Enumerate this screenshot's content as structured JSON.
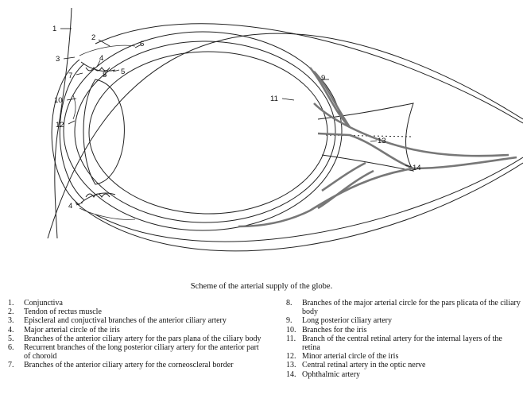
{
  "figure": {
    "callouts": [
      {
        "id": "1",
        "text": "1"
      },
      {
        "id": "2",
        "text": "2"
      },
      {
        "id": "3",
        "text": "3"
      },
      {
        "id": "4a",
        "text": "4"
      },
      {
        "id": "4b",
        "text": "4"
      },
      {
        "id": "5",
        "text": "5"
      },
      {
        "id": "6",
        "text": "6"
      },
      {
        "id": "7",
        "text": "7"
      },
      {
        "id": "8",
        "text": "8"
      },
      {
        "id": "9",
        "text": "9"
      },
      {
        "id": "10",
        "text": "10"
      },
      {
        "id": "11",
        "text": "11"
      },
      {
        "id": "12",
        "text": "12"
      },
      {
        "id": "13",
        "text": "13"
      },
      {
        "id": "14",
        "text": "14"
      }
    ]
  },
  "caption": "Scheme of the arterial supply of the globe.",
  "legend": {
    "left": [
      {
        "num": "1.",
        "text": "Conjunctiva"
      },
      {
        "num": "2.",
        "text": "Tendon of rectus muscle"
      },
      {
        "num": "3.",
        "text": "Episcleral and conjuctival branches of the anterior ciliary artery"
      },
      {
        "num": "4.",
        "text": "Major arterial circle of the iris"
      },
      {
        "num": "5.",
        "text": "Branches of the anterior ciliary artery for the pars plana of the ciliary body"
      },
      {
        "num": "6.",
        "text": "Recurrent branches of the long posterior ciliary artery for the anterior part of choroid"
      },
      {
        "num": "7.",
        "text": "Branches of the anterior ciliary artery for the corneoscleral border"
      }
    ],
    "right": [
      {
        "num": "8.",
        "text": "Branches of the major arterial circle for the pars plicata of the ciliary body"
      },
      {
        "num": "9.",
        "text": "Long posterior ciliary artery"
      },
      {
        "num": "10.",
        "text": "Branches for the iris"
      },
      {
        "num": "11.",
        "text": "Branch of the central retinal artery for the internal layers of the retina"
      },
      {
        "num": "12.",
        "text": "Minor arterial circle of the iris"
      },
      {
        "num": "13.",
        "text": "Central retinal artery in the optic nerve"
      },
      {
        "num": "14.",
        "text": "Ophthalmic artery"
      }
    ]
  }
}
